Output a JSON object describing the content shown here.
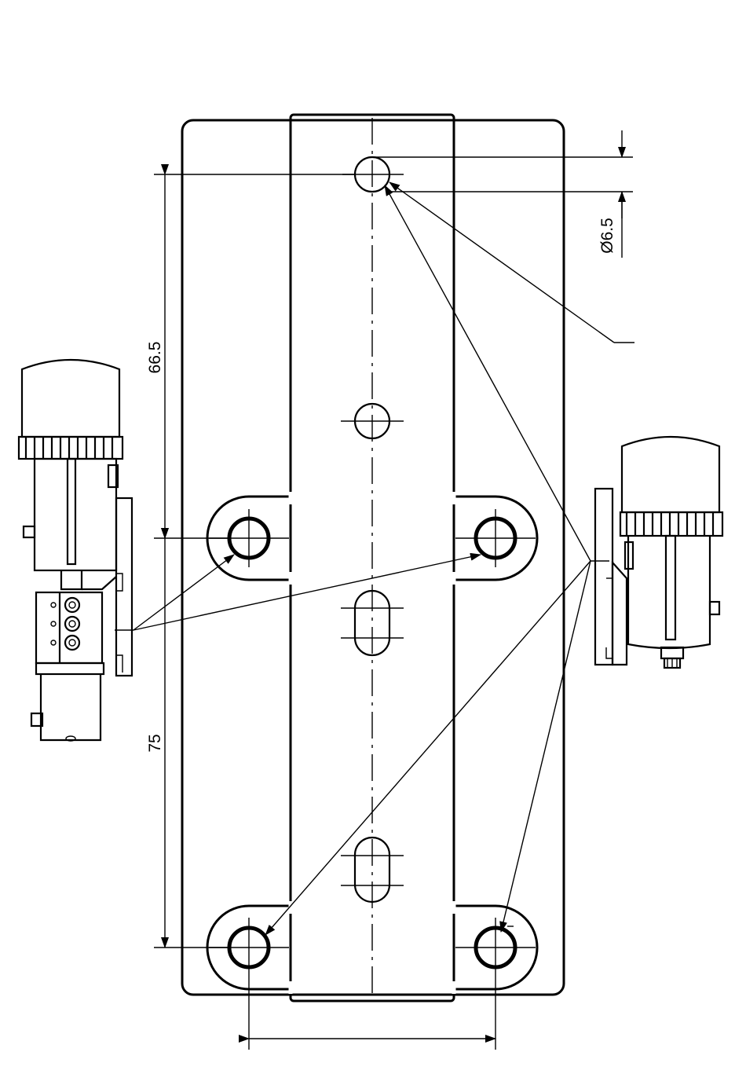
{
  "dimensions": {
    "vertical_upper": "66.5",
    "vertical_lower": "75",
    "hole_diameter": "Ø6.5"
  },
  "colors": {
    "ink": "#000000",
    "paper": "#ffffff"
  }
}
